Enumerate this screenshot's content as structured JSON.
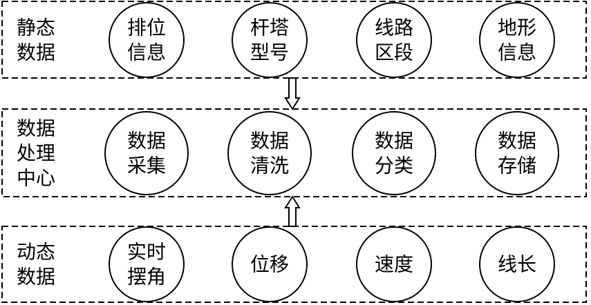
{
  "layers": [
    {
      "id": "static-data",
      "label_lines": [
        "静态",
        "数据"
      ],
      "nodes": [
        {
          "id": "tower-position-info",
          "lines": [
            "排位",
            "信息"
          ]
        },
        {
          "id": "tower-model",
          "lines": [
            "杆塔",
            "型号"
          ]
        },
        {
          "id": "line-section",
          "lines": [
            "线路",
            "区段"
          ]
        },
        {
          "id": "terrain-info",
          "lines": [
            "地形",
            "信息"
          ]
        }
      ]
    },
    {
      "id": "data-processing-center",
      "label_lines": [
        "数据",
        "处理",
        "中心"
      ],
      "nodes": [
        {
          "id": "data-collection",
          "lines": [
            "数据",
            "采集"
          ]
        },
        {
          "id": "data-cleaning",
          "lines": [
            "数据",
            "清洗"
          ]
        },
        {
          "id": "data-classification",
          "lines": [
            "数据",
            "分类"
          ]
        },
        {
          "id": "data-storage",
          "lines": [
            "数据",
            "存储"
          ]
        }
      ]
    },
    {
      "id": "dynamic-data",
      "label_lines": [
        "动态",
        "数据"
      ],
      "nodes": [
        {
          "id": "real-time-swing-angle",
          "lines": [
            "实时",
            "摆角"
          ]
        },
        {
          "id": "displacement",
          "lines": [
            "位移"
          ]
        },
        {
          "id": "speed",
          "lines": [
            "速度"
          ]
        },
        {
          "id": "line-length",
          "lines": [
            "线长"
          ]
        }
      ]
    }
  ],
  "arrows": [
    {
      "id": "static-to-center",
      "direction": "down"
    },
    {
      "id": "dynamic-to-center",
      "direction": "up"
    }
  ]
}
